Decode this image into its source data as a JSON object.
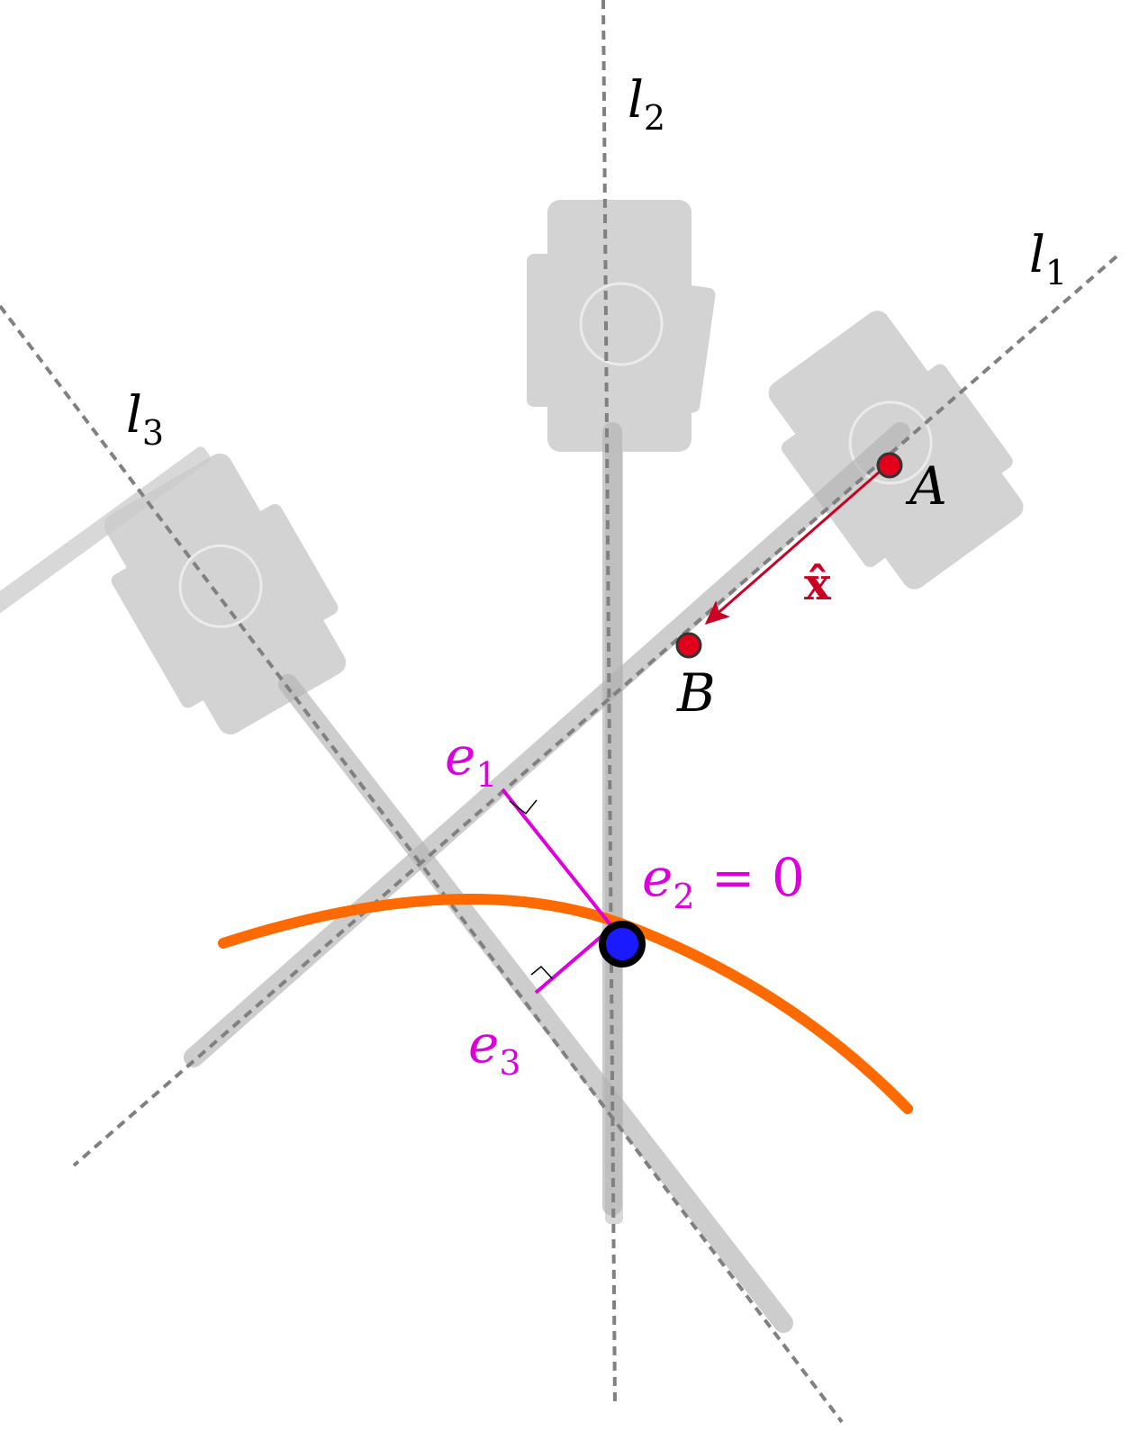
{
  "labels": {
    "l1": {
      "main": "l",
      "sub": "1"
    },
    "l2": {
      "main": "l",
      "sub": "2"
    },
    "l3": {
      "main": "l",
      "sub": "3"
    },
    "point_a": "A",
    "point_b": "B",
    "x_hat": "x̂",
    "e1": {
      "main": "e",
      "sub": "1"
    },
    "e2": {
      "main": "e",
      "sub": "2",
      "rest": " = 0"
    },
    "e3": {
      "main": "e",
      "sub": "3"
    }
  },
  "colors": {
    "dashed_line": "#808080",
    "robot_body": "#cccccc",
    "arm": "#b3b3b3",
    "curve": "#ff6a00",
    "error": "#dd00dd",
    "point": "#e2001a",
    "vector": "#cc0022",
    "target_fill": "#1a1aff",
    "target_stroke": "#000000",
    "text": "#000000"
  }
}
